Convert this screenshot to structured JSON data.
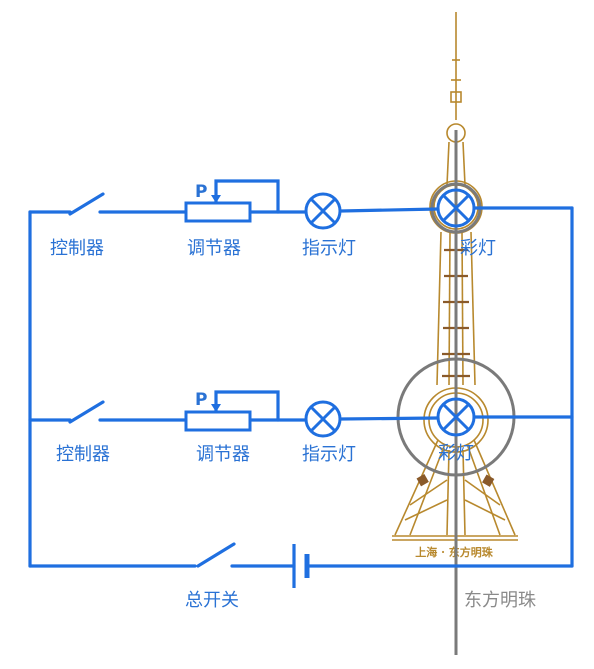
{
  "diagram": {
    "colors": {
      "wire": "#1f6fe0",
      "tower": "#b8892e",
      "tower_dark": "#8a5a2a",
      "axis": "#7a7a7a"
    },
    "branch_top": {
      "controller_label": "控制器",
      "regulator_label": "调节器",
      "regulator_marker": "P",
      "indicator_label": "指示灯",
      "color_lamp_label": "彩灯"
    },
    "branch_bottom": {
      "controller_label": "控制器",
      "regulator_label": "调节器",
      "regulator_marker": "P",
      "indicator_label": "指示灯",
      "color_lamp_label": "彩灯"
    },
    "main_switch_label": "总开关",
    "tower_caption": "东方明珠",
    "tower_sign": "上海 · 东方明珠",
    "icons": [
      "switch-icon",
      "rheostat-icon",
      "lamp-icon",
      "battery-icon",
      "tower-icon"
    ]
  }
}
